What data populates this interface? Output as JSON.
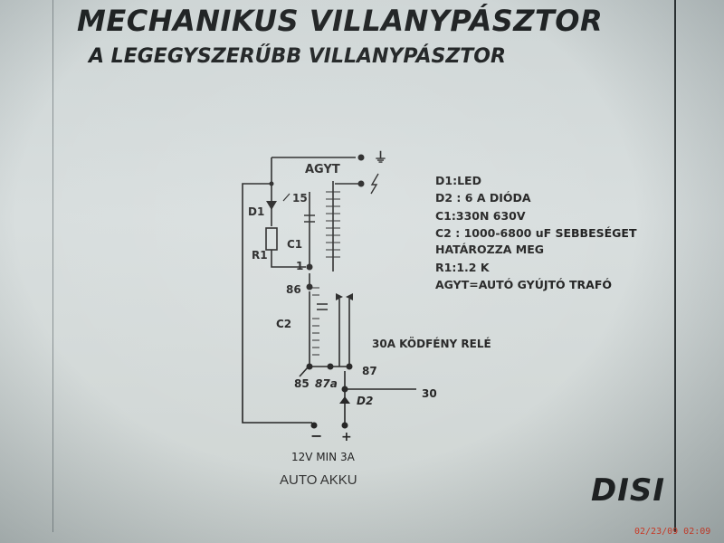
{
  "title": "MECHANIKUS VILLANYPÁSZTOR",
  "subtitle": "A  LEGEGYSZERŰBB VILLANYPÁSZTOR",
  "schematic": {
    "ground_symbol": "⏚",
    "coil_label": "AGYT",
    "pin_15": "15",
    "pin_1": "1",
    "d1_label": "D1",
    "r1_label": "R1",
    "c1_label": "C1",
    "c2_label": "C2",
    "pin_86": "86",
    "pin_85": "85",
    "pin_87": "87",
    "pin_87a": "87a",
    "pin_30": "30",
    "d2_label": "D2",
    "relay_label": "30A KÖDFÉNY RELÉ",
    "minus": "−",
    "plus": "+",
    "battery_label": "12V MIN 3A"
  },
  "legend": [
    "D1:LED",
    "D2 : 6 A DIÓDA",
    "C1:330N 630V",
    "C2 : 1000-6800 uF  SEBBESÉGET",
    "HATÁROZZA MEG",
    "R1:1.2 K",
    "AGYT=AUTÓ GYÚJTÓ TRAFÓ"
  ],
  "handwritten": "AUTO AKKU",
  "signature": "DISI",
  "photo_timestamp": "02/23/09 02:09",
  "colors": {
    "ink": "#222222",
    "paper": "#d6dcdc",
    "stamp": "#ff3b1f"
  }
}
